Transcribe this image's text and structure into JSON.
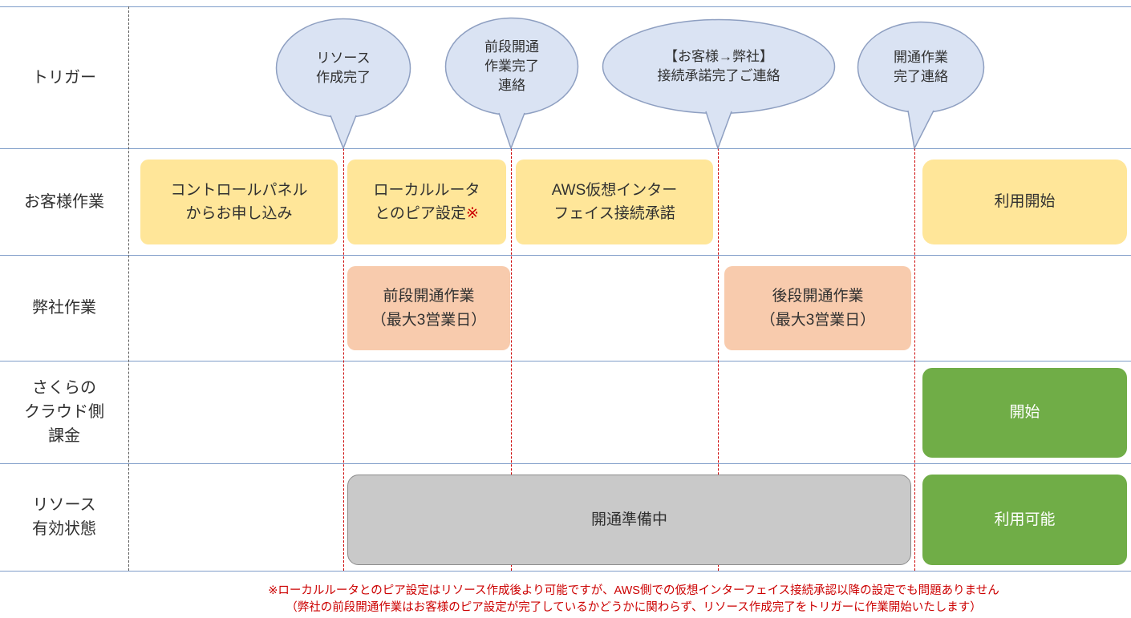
{
  "colors": {
    "bubble_fill": "#dae3f3",
    "bubble_border": "#8e9fc1",
    "customer_box": "#ffe699",
    "company_box": "#f8cbad",
    "active_box": "#70ad47",
    "pending_box": "#c9c9c9",
    "pending_border": "#8c8c8c",
    "timeline_red": "#cc0000",
    "grid_blue": "#7f9dc9"
  },
  "lanes": [
    {
      "label": "トリガー"
    },
    {
      "label": "お客様作業"
    },
    {
      "label": "弊社作業"
    },
    {
      "label": "さくらの\nクラウド側\n課金"
    },
    {
      "label": "リソース\n有効状態"
    }
  ],
  "triggers": [
    {
      "label": "リソース\n作成完了"
    },
    {
      "label": "前段開通\n作業完了\n連絡"
    },
    {
      "label": "【お客様→弊社】\n接続承諾完了ご連絡"
    },
    {
      "label": "開通作業\n完了連絡"
    }
  ],
  "customer_tasks": [
    {
      "label": "コントロールパネル\nからお申し込み"
    },
    {
      "label": "ローカルルータ\nとのピア設定",
      "note_mark": "※"
    },
    {
      "label": "AWS仮想インター\nフェイス接続承諾"
    },
    {
      "label": "利用開始"
    }
  ],
  "company_tasks": [
    {
      "label": "前段開通作業\n（最大3営業日）"
    },
    {
      "label": "後段開通作業\n（最大3営業日）"
    }
  ],
  "billing": [
    {
      "label": "開始"
    }
  ],
  "resource_state": [
    {
      "label": "開通準備中"
    },
    {
      "label": "利用可能"
    }
  ],
  "footnote": {
    "line1": "※ローカルルータとのピア設定はリソース作成後より可能ですが、AWS側での仮想インターフェイス接続承認以降の設定でも問題ありません",
    "line2": "（弊社の前段開通作業はお客様のピア設定が完了しているかどうかに関わらず、リソース作成完了をトリガーに作業開始いたします）"
  }
}
